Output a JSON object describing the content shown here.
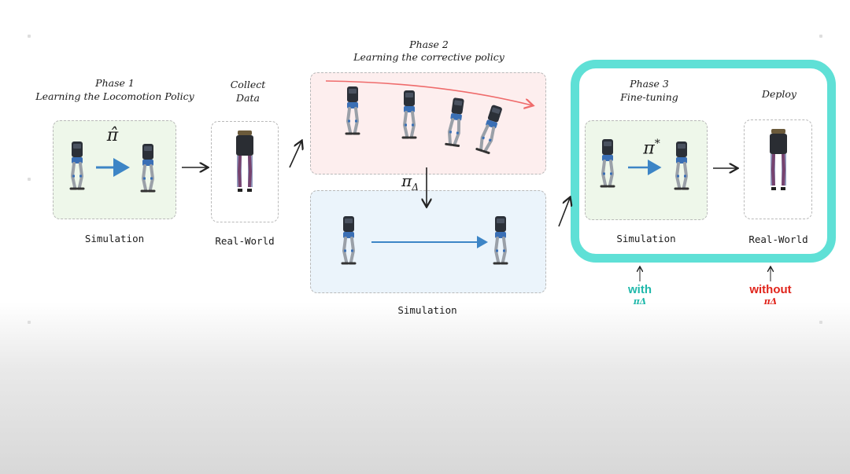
{
  "colors": {
    "highlight": "#5fe0d6",
    "with": "#1fb8aa",
    "without": "#e0241b",
    "arrow_blue": "#3d85c6",
    "arrow_red": "#ef6b6b",
    "phase1_bg": "#eef7ea",
    "phase2_top_bg": "#fdeeee",
    "phase2_bottom_bg": "#ebf4fb"
  },
  "phase1": {
    "title": "Phase 1",
    "subtitle": "Learning the Locomotion Policy",
    "symbol": "π̂",
    "label": "Simulation"
  },
  "collect": {
    "title": "Collect",
    "subtitle": "Data",
    "label": "Real-World"
  },
  "phase2": {
    "title": "Phase 2",
    "subtitle": "Learning the corrective policy",
    "symbol": "π",
    "symbol_sub": "Δ",
    "label": "Simulation"
  },
  "phase3": {
    "title": "Phase 3",
    "subtitle": "Fine-tuning",
    "symbol": "π",
    "symbol_sup": "*",
    "label": "Simulation"
  },
  "deploy": {
    "title": "Deploy",
    "label": "Real-World"
  },
  "with_tag": {
    "text": "with",
    "sub": "πΔ"
  },
  "without_tag": {
    "text": "without",
    "sub": "πΔ"
  }
}
